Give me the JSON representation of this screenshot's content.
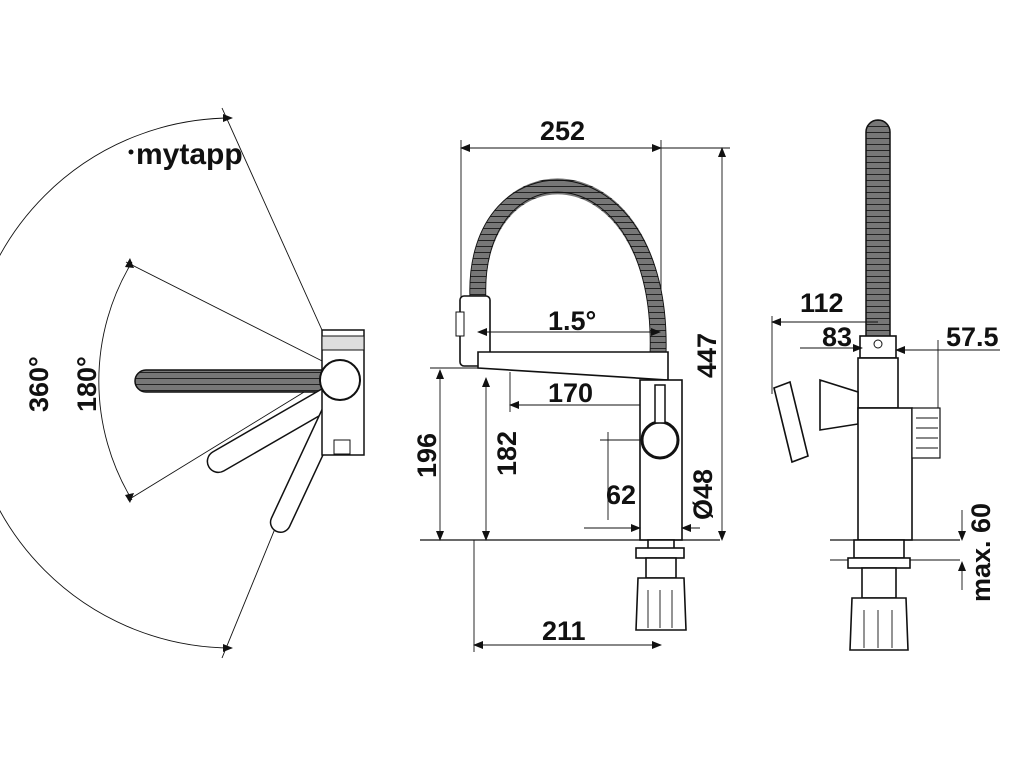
{
  "brand": {
    "logo_text": "mytapp"
  },
  "top_view": {
    "swivel_outer_label": "360°",
    "swivel_inner_label": "180°"
  },
  "front_view": {
    "width_label": "252",
    "height_label": "447",
    "angle_label": "1.5°",
    "reach_label": "170",
    "spout_height_label": "182",
    "outlet_height_label": "196",
    "handle_offset_label": "62",
    "diameter_label": "Ø48",
    "base_to_outlet_label": "211"
  },
  "side_view": {
    "depth_label": "112",
    "spout_depth_label": "83",
    "handle_depth_label": "57.5",
    "max_thickness_label": "max. 60"
  }
}
